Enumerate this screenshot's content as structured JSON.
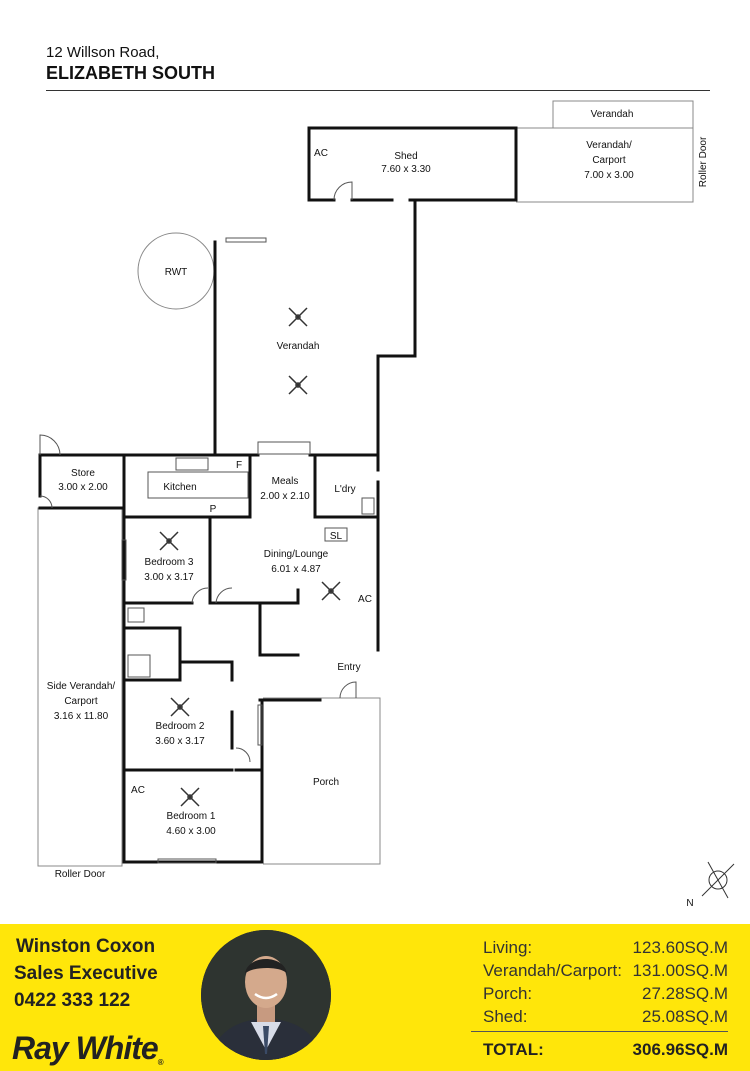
{
  "header": {
    "address_line": "12 Willson Road,",
    "suburb": "ELIZABETH SOUTH"
  },
  "plan": {
    "verandah_top": "Verandah",
    "verandah_carport_line1": "Verandah/",
    "verandah_carport_line2": "Carport",
    "verandah_carport_dims": "7.00 x 3.00",
    "roller_door_right": "Roller Door",
    "shed": "Shed",
    "shed_dims": "7.60 x 3.30",
    "ac_shed": "AC",
    "rwt": "RWT",
    "verandah_main": "Verandah",
    "store": "Store",
    "store_dims": "3.00 x 2.00",
    "kitchen": "Kitchen",
    "fridge": "F",
    "pantry": "P",
    "meals": "Meals",
    "meals_dims": "2.00 x 2.10",
    "laundry": "L'dry",
    "sl": "SL",
    "dining_lounge": "Dining/Lounge",
    "dining_lounge_dims": "6.01 x 4.87",
    "ac_lounge": "AC",
    "bedroom3": "Bedroom 3",
    "bedroom3_dims": "3.00 x 3.17",
    "entry": "Entry",
    "side_verandah_line1": "Side Verandah/",
    "side_verandah_line2": "Carport",
    "side_verandah_dims": "3.16 x 11.80",
    "bedroom2": "Bedroom 2",
    "bedroom2_dims": "3.60 x 3.17",
    "porch": "Porch",
    "ac_bed1": "AC",
    "bedroom1": "Bedroom 1",
    "bedroom1_dims": "4.60 x 3.00",
    "roller_door_bottom": "Roller Door",
    "north": "N"
  },
  "agent": {
    "name": "Winston Coxon",
    "title": "Sales Executive",
    "phone": "0422 333 122",
    "brand": "Ray White",
    "brand_mark": "®"
  },
  "areas": [
    {
      "label": "Living:",
      "value": "123.60SQ.M"
    },
    {
      "label": "Verandah/Carport:",
      "value": "131.00SQ.M"
    },
    {
      "label": "Porch:",
      "value": "27.28SQ.M"
    },
    {
      "label": "Shed:",
      "value": "25.08SQ.M"
    }
  ],
  "total": {
    "label": "TOTAL:",
    "value": "306.96SQ.M"
  },
  "colors": {
    "footer_bg": "#ffe60a",
    "wall": "#111111",
    "text": "#222222"
  }
}
